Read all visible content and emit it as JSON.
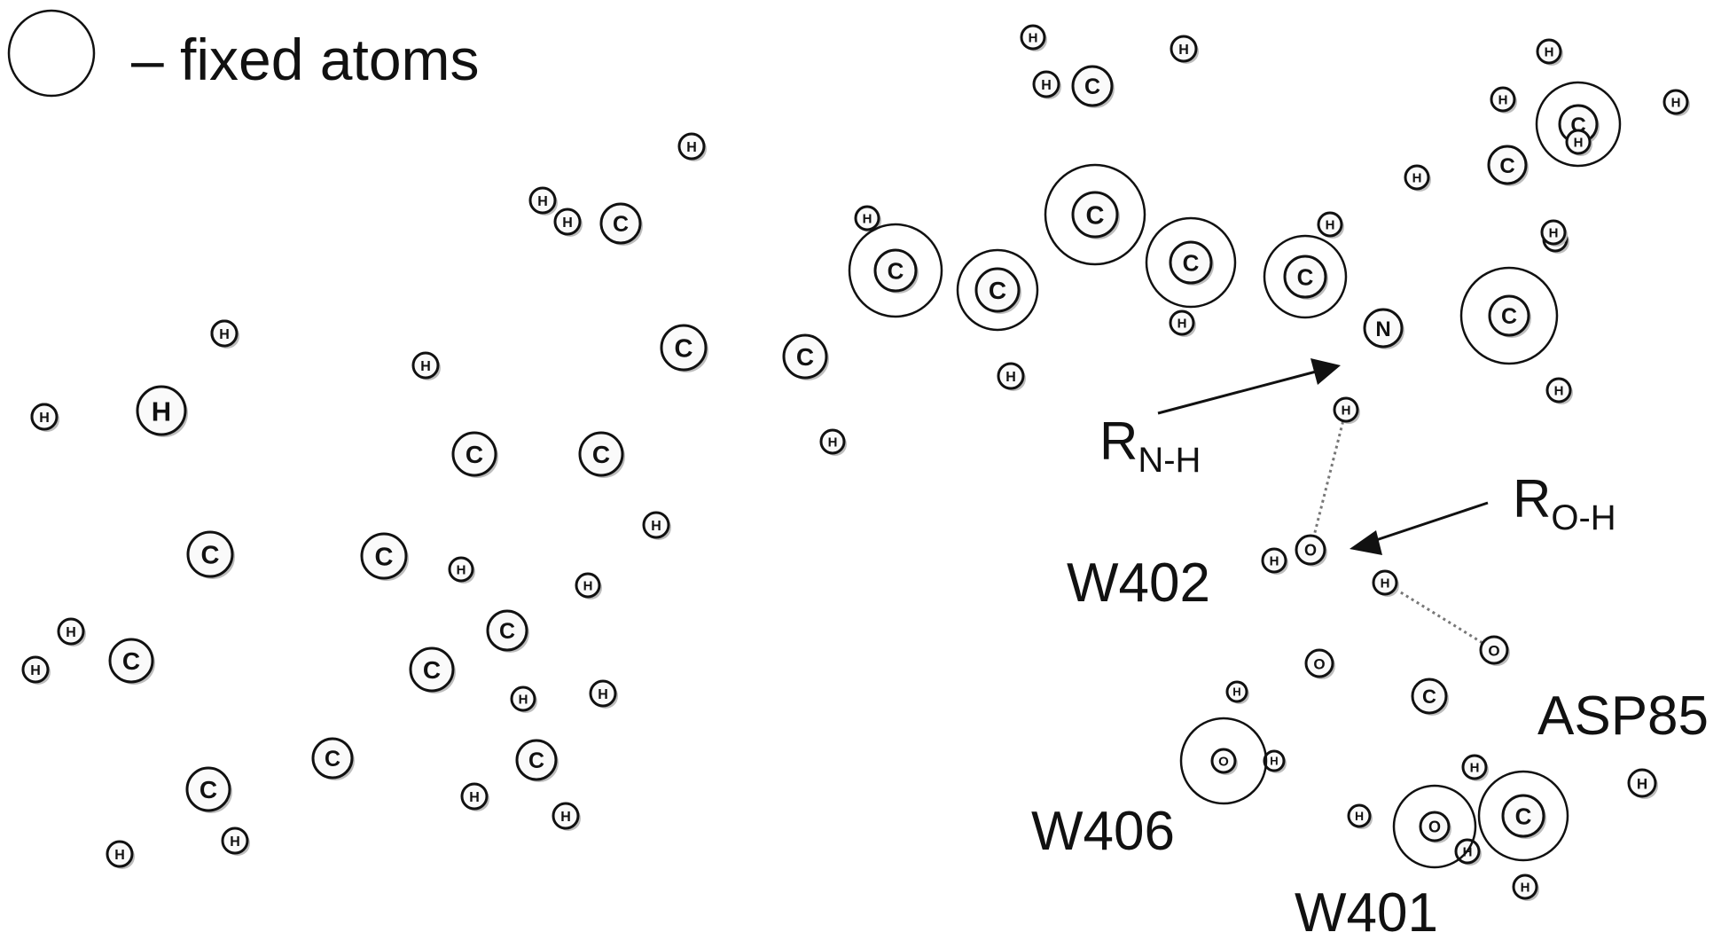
{
  "legend": {
    "text": "– fixed atoms"
  },
  "labels": {
    "r_nh": {
      "main": "R",
      "sub": "N-H"
    },
    "r_oh": {
      "main": "R",
      "sub": "O-H"
    },
    "w402": "W402",
    "w406": "W406",
    "w401": "W401",
    "asp85": "ASP85"
  },
  "atoms": [
    {
      "id": "c1",
      "el": "C"
    },
    {
      "id": "c2",
      "el": "C"
    },
    {
      "id": "c3",
      "el": "C"
    },
    {
      "id": "c4",
      "el": "C"
    },
    {
      "id": "c5",
      "el": "C"
    },
    {
      "id": "c6",
      "el": "C"
    },
    {
      "id": "c16",
      "el": "C"
    },
    {
      "id": "c17",
      "el": "C"
    },
    {
      "id": "c18",
      "el": "H"
    },
    {
      "id": "c7",
      "el": "C"
    },
    {
      "id": "c8",
      "el": "C"
    },
    {
      "id": "c9",
      "el": "C"
    },
    {
      "id": "c19",
      "el": "C"
    },
    {
      "id": "c10",
      "el": "C"
    },
    {
      "id": "c11",
      "el": "C"
    },
    {
      "id": "c12",
      "el": "C"
    },
    {
      "id": "c13",
      "el": "C"
    },
    {
      "id": "c20",
      "el": "C"
    },
    {
      "id": "c14",
      "el": "C"
    },
    {
      "id": "c15",
      "el": "C"
    },
    {
      "id": "n",
      "el": "N"
    },
    {
      "id": "hn",
      "el": "H"
    },
    {
      "id": "cl1",
      "el": "C"
    },
    {
      "id": "cl2",
      "el": "C"
    },
    {
      "id": "cl3",
      "el": "C"
    },
    {
      "id": "ow2",
      "el": "O"
    },
    {
      "id": "hw2a",
      "el": "H"
    },
    {
      "id": "hw2b",
      "el": "H"
    },
    {
      "id": "cg",
      "el": "C"
    },
    {
      "id": "od1",
      "el": "O"
    },
    {
      "id": "od2",
      "el": "O"
    },
    {
      "id": "cb",
      "el": "C"
    },
    {
      "id": "ow6",
      "el": "O"
    },
    {
      "id": "hw6a",
      "el": "H"
    },
    {
      "id": "hw6b",
      "el": "H"
    },
    {
      "id": "ow1",
      "el": "O"
    },
    {
      "id": "hw1a",
      "el": "H"
    },
    {
      "id": "hw1b",
      "el": "H"
    },
    {
      "id": "h1a",
      "el": "H"
    },
    {
      "id": "h1b",
      "el": "H"
    },
    {
      "id": "h2a",
      "el": "H"
    },
    {
      "id": "h2b",
      "el": "H"
    },
    {
      "id": "h3a",
      "el": "H"
    },
    {
      "id": "h3b",
      "el": "H"
    },
    {
      "id": "h16a",
      "el": "H"
    },
    {
      "id": "h16b",
      "el": "H"
    },
    {
      "id": "h16c",
      "el": "H"
    },
    {
      "id": "h17a",
      "el": "H"
    },
    {
      "id": "h17b",
      "el": "H"
    },
    {
      "id": "h17c",
      "el": "H"
    },
    {
      "id": "h18a",
      "el": "H"
    },
    {
      "id": "h18b",
      "el": "H"
    },
    {
      "id": "h7",
      "el": "H"
    },
    {
      "id": "h8",
      "el": "H"
    },
    {
      "id": "h19a",
      "el": "H"
    },
    {
      "id": "h19b",
      "el": "H"
    },
    {
      "id": "h19c",
      "el": "H"
    },
    {
      "id": "h10",
      "el": "H"
    },
    {
      "id": "h11",
      "el": "H"
    },
    {
      "id": "h12",
      "el": "H"
    },
    {
      "id": "h14",
      "el": "H"
    },
    {
      "id": "h20a",
      "el": "H"
    },
    {
      "id": "h20b",
      "el": "H"
    },
    {
      "id": "h20c",
      "el": "H"
    },
    {
      "id": "h15",
      "el": "H"
    },
    {
      "id": "hl1a",
      "el": "H"
    },
    {
      "id": "hl1b",
      "el": "H"
    },
    {
      "id": "hl2a",
      "el": "H"
    },
    {
      "id": "hl2b",
      "el": "H"
    },
    {
      "id": "hl2c",
      "el": "H"
    },
    {
      "id": "hl3a",
      "el": "H"
    },
    {
      "id": "hl3b",
      "el": "H"
    },
    {
      "id": "hl3c",
      "el": "H"
    },
    {
      "id": "hcb1",
      "el": "H"
    },
    {
      "id": "hcb2",
      "el": "H"
    },
    {
      "id": "hcb3",
      "el": "H"
    }
  ]
}
